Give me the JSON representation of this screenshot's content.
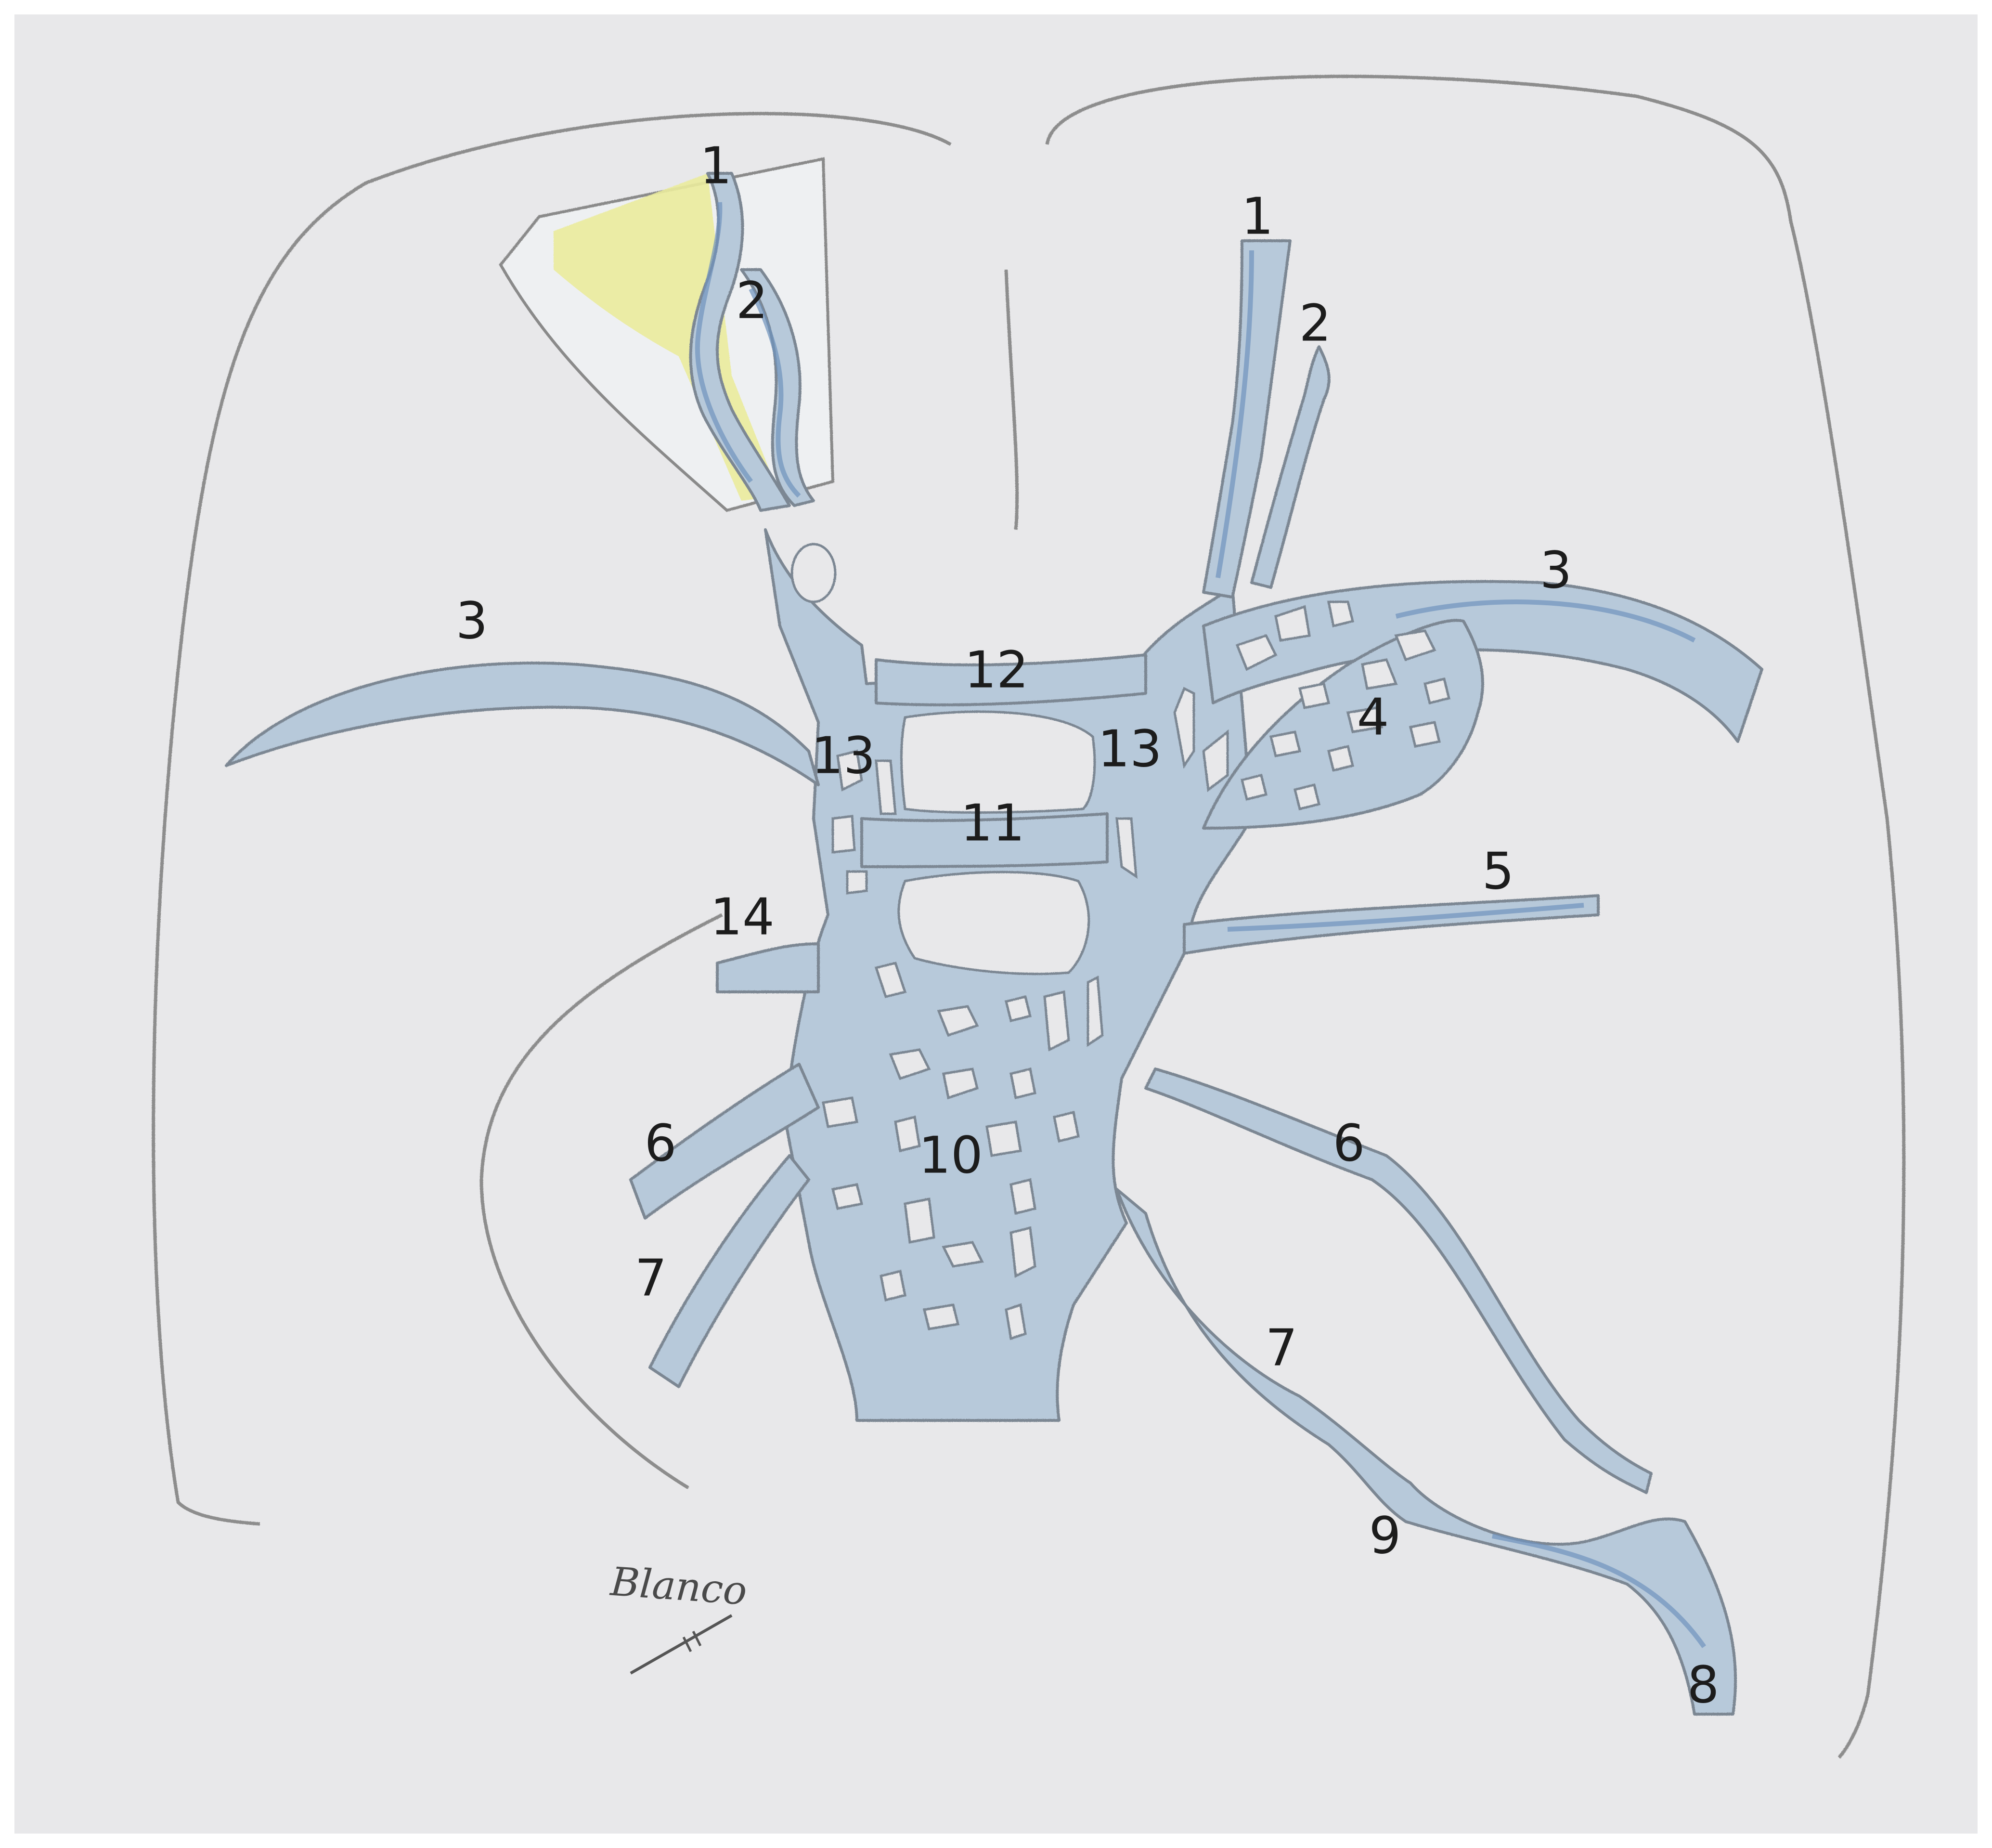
{
  "colors": {
    "paper": "#e8e8ea",
    "pencil": "#8a8a8a",
    "vessel_fill": "#b7c9da",
    "vessel_dark": "#6f93bd",
    "vessel_outline": "#7c8794",
    "highlight_yellow": "#eaeb9c"
  },
  "labels": {
    "l1": "1",
    "l2": "2",
    "l3": "3",
    "r1": "1",
    "r2": "2",
    "r3": "3",
    "n4": "4",
    "n5": "5",
    "l6": "6",
    "l7": "7",
    "r6": "6",
    "r7": "7",
    "n8": "8",
    "n9": "9",
    "n10": "10",
    "n11": "11",
    "n12": "12",
    "l13": "13",
    "r13": "13",
    "n14": "14"
  },
  "signature": "Blanco"
}
